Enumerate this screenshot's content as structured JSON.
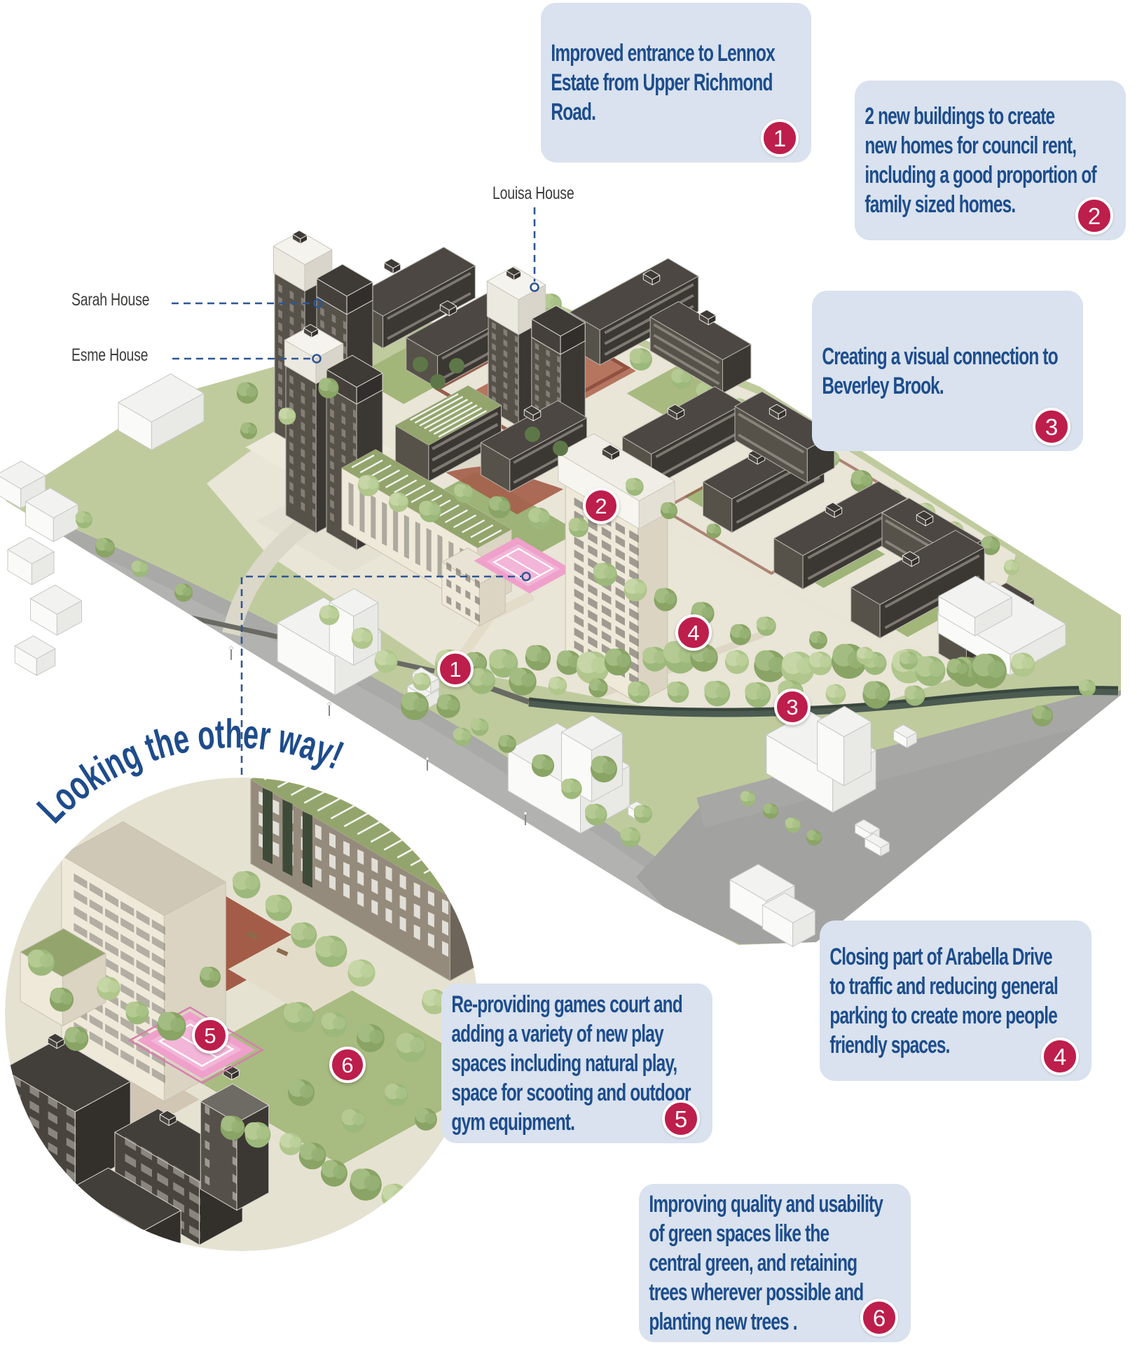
{
  "figure": {
    "title": "Lennox Estate masterplan annotated axonometric",
    "background": "#ffffff"
  },
  "palette": {
    "callout_bg": "#D9E2EE",
    "callout_text": "#1D4D8D",
    "marker": "#BD1E4C",
    "marker_ring": "#FFFFFF",
    "label_text": "#3B3B3A",
    "leader": "#2F5694"
  },
  "callouts": [
    {
      "number": "1",
      "text": "Improved entrance to Lennox\nEstate from Upper Richmond\nRoad."
    },
    {
      "number": "2",
      "text": "2 new buildings to create\nnew homes for council rent,\nincluding a good proportion of\nfamily sized homes."
    },
    {
      "number": "3",
      "text": "Creating a visual connection to\nBeverley Brook."
    },
    {
      "number": "4",
      "text": "Closing part of Arabella Drive\nto traffic and reducing general\nparking to create more people\nfriendly spaces."
    },
    {
      "number": "5",
      "text": "Re-providing games court and\nadding a variety of new play\nspaces including natural play,\nspace for scooting and outdoor\ngym equipment."
    },
    {
      "number": "6",
      "text": "Improving quality and usability\nof green spaces like the\ncentral green, and retaining\ntrees wherever possible and\nplanting new trees ."
    }
  ],
  "building_labels": [
    {
      "name": "Louisa House"
    },
    {
      "name": "Sarah House"
    },
    {
      "name": "Esme House"
    }
  ],
  "map_markers": [
    {
      "number": "1"
    },
    {
      "number": "2"
    },
    {
      "number": "3"
    },
    {
      "number": "4"
    }
  ],
  "inset": {
    "title": "Looking the other way!",
    "markers": [
      {
        "number": "5"
      },
      {
        "number": "6"
      }
    ]
  }
}
